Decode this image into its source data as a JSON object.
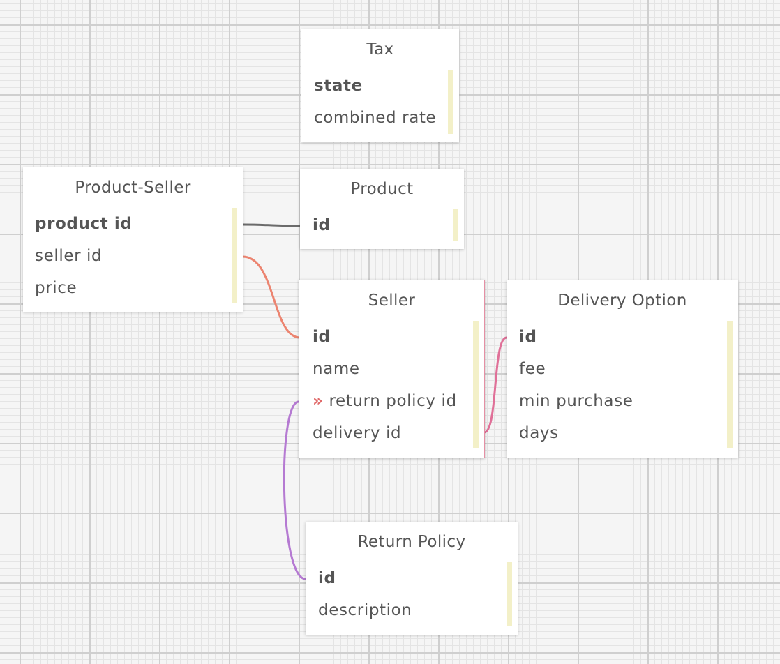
{
  "tables": {
    "tax": {
      "title": "Tax",
      "fields": [
        "state",
        "combined rate"
      ]
    },
    "product_seller": {
      "title": "Product-Seller",
      "fields": [
        "product id",
        "seller id",
        "price"
      ]
    },
    "product": {
      "title": "Product",
      "fields": [
        "id"
      ]
    },
    "seller": {
      "title": "Seller",
      "fields": [
        "id",
        "name",
        "return policy id",
        "delivery id"
      ],
      "fk_marker": "»"
    },
    "delivery_option": {
      "title": "Delivery Option",
      "fields": [
        "id",
        "fee",
        "min purchase",
        "days"
      ]
    },
    "return_policy": {
      "title": "Return Policy",
      "fields": [
        "id",
        "description"
      ]
    }
  },
  "colors": {
    "product_link": "#6b6b6b",
    "seller_link": "#ec8470",
    "delivery_link": "#e07098",
    "return_policy_link": "#b57ad2",
    "selected_border": "#e58fa4",
    "scroll_track": "#f3f0c8"
  }
}
